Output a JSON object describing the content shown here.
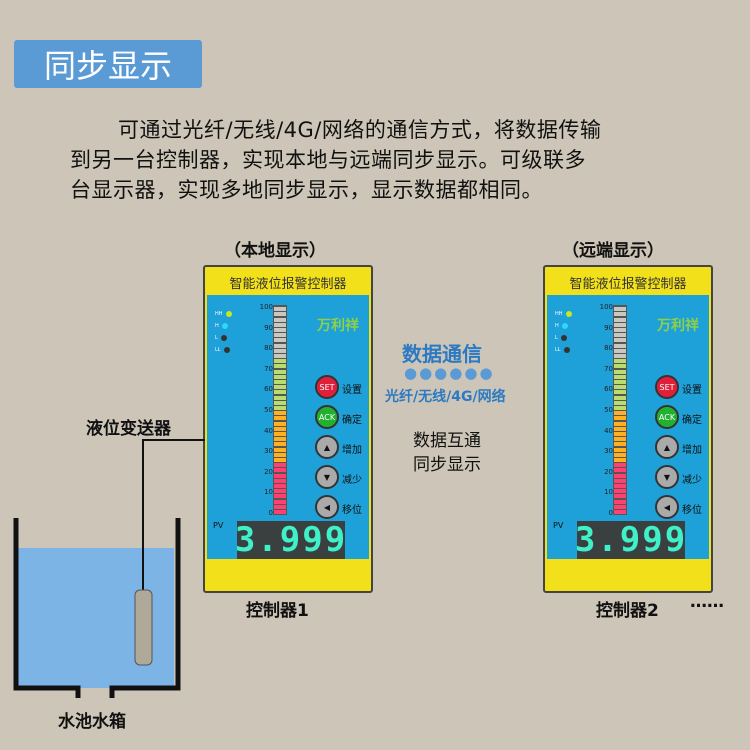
{
  "title": "同步显示",
  "paragraph": [
    "可通过光纤/无线/4G/网络的通信方式，将数据传输",
    "到另一台控制器，实现本地与远端同步显示。可级联多",
    "台显示器，实现多地同步显示，显示数据都相同。"
  ],
  "local_caption": "（本地显示）",
  "remote_caption": "（远端显示）",
  "comm": {
    "title": "数据通信",
    "dots": "●●●●●●",
    "methods": "光纤/无线/4G/网络",
    "line1": "数据互通",
    "line2": "同步显示"
  },
  "sensor_label": "液位变送器",
  "tank_label": "水池水箱",
  "more": "……",
  "controller": {
    "header": "智能液位报警控制器",
    "brand": "万利祥",
    "leds": [
      {
        "label": "HH",
        "color": "#c8e81a"
      },
      {
        "label": "H",
        "color": "#2ad8ff"
      },
      {
        "label": "L",
        "color": "#333"
      },
      {
        "label": "LL",
        "color": "#333"
      }
    ],
    "scale": [
      "100",
      "90",
      "80",
      "70",
      "60",
      "50",
      "40",
      "30",
      "20",
      "10",
      "0"
    ],
    "level_percent": 100,
    "buttons": [
      {
        "key": "SET",
        "label": "设置",
        "color": "#e0203a"
      },
      {
        "key": "ACK",
        "label": "确定",
        "color": "#22b030"
      },
      {
        "key": "▲",
        "label": "增加",
        "color": "#aaa"
      },
      {
        "key": "▼",
        "label": "减少",
        "color": "#aaa"
      },
      {
        "key": "◀",
        "label": "移位",
        "color": "#aaa"
      }
    ],
    "pv_label": "PV",
    "value": "3.999"
  },
  "controller_names": [
    "控制器1",
    "控制器2"
  ]
}
